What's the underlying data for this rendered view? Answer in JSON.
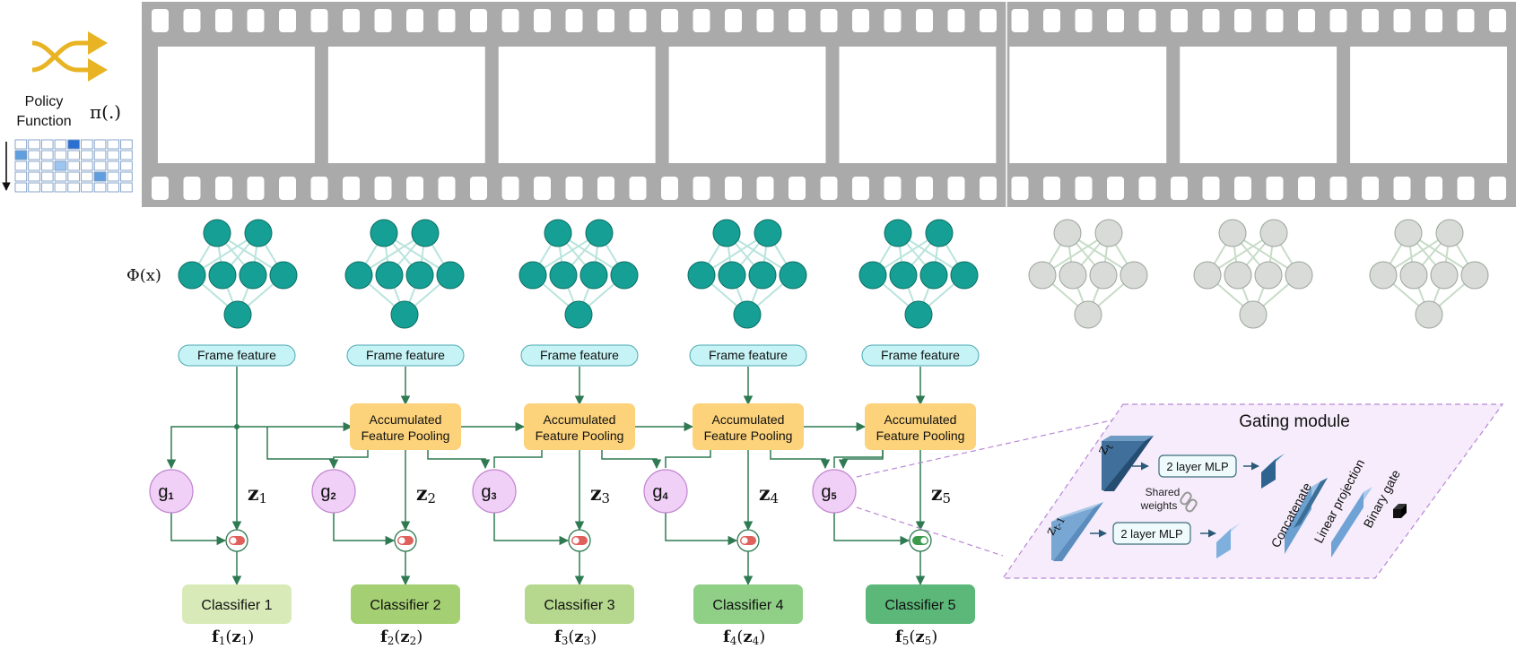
{
  "policy": {
    "label_line1": "Policy",
    "label_line2": "Function",
    "pi_label": "π(.)",
    "arrow_color": "#e8b423",
    "grid_highlights": [
      [
        0,
        4
      ],
      [
        1,
        0
      ],
      [
        1,
        9
      ],
      [
        2,
        3
      ],
      [
        3,
        6
      ]
    ]
  },
  "filmstrip": {
    "frames": 8,
    "film_color": "#aaaaaa"
  },
  "network": {
    "phi_label": "Φ(x)",
    "active_count": 5,
    "total_count": 8,
    "active_color": "#16a095",
    "inactive_color": "#d9dbd9"
  },
  "columns": [
    {
      "feature": "Frame feature",
      "pool_line1": "",
      "pool_line2": "",
      "gate_letter": "g",
      "gate_index": "1",
      "z_letter": "z",
      "z_index": "1",
      "switch": "off",
      "classifier": "Classifier 1",
      "f_letter": "f",
      "f_index": "1",
      "f_arg_letter": "z",
      "f_arg_index": "1",
      "classifier_color": "#d8eab8"
    },
    {
      "feature": "Frame feature",
      "pool_line1": "Accumulated",
      "pool_line2": "Feature Pooling",
      "gate_letter": "g",
      "gate_index": "2",
      "z_letter": "z",
      "z_index": "2",
      "switch": "off",
      "classifier": "Classifier 2",
      "f_letter": "f",
      "f_index": "2",
      "f_arg_letter": "z",
      "f_arg_index": "2",
      "classifier_color": "#a5cf73"
    },
    {
      "feature": "Frame feature",
      "pool_line1": "Accumulated",
      "pool_line2": "Feature Pooling",
      "gate_letter": "g",
      "gate_index": "3",
      "z_letter": "z",
      "z_index": "3",
      "switch": "off",
      "classifier": "Classifier 3",
      "f_letter": "f",
      "f_index": "3",
      "f_arg_letter": "z",
      "f_arg_index": "3",
      "classifier_color": "#b6d88e"
    },
    {
      "feature": "Frame feature",
      "pool_line1": "Accumulated",
      "pool_line2": "Feature Pooling",
      "gate_letter": "g",
      "gate_index": "4",
      "z_letter": "z",
      "z_index": "4",
      "switch": "off",
      "classifier": "Classifier 4",
      "f_letter": "f",
      "f_index": "4",
      "f_arg_letter": "z",
      "f_arg_index": "4",
      "classifier_color": "#8fcf86"
    },
    {
      "feature": "Frame feature",
      "pool_line1": "Accumulated",
      "pool_line2": "Feature Pooling",
      "gate_letter": "g",
      "gate_index": "5",
      "z_letter": "z",
      "z_index": "5",
      "switch": "on",
      "classifier": "Classifier 5",
      "f_letter": "f",
      "f_index": "5",
      "f_arg_letter": "z",
      "f_arg_index": "5",
      "classifier_color": "#5bb878"
    }
  ],
  "gating": {
    "title": "Gating module",
    "zt_letter": "z",
    "zt_sub": "t",
    "zt1_letter": "z",
    "zt1_sub": "t-1",
    "mlp_label": "2 layer MLP",
    "shared_line1": "Shared",
    "shared_line2": "weights",
    "concat_label": "Concatenate",
    "linear_label": "Linear projection",
    "binary_label": "Binary gate",
    "panel_color": "#f6ecfb",
    "border_color": "#b987d6"
  },
  "colors": {
    "line": "#2f7a52",
    "feature_fill": "#c6f3f5",
    "feature_stroke": "#4aa9b3",
    "pool_fill": "#fcd27a",
    "gate_fill": "#f0d0f6",
    "gate_stroke": "#c184d0",
    "switch_off": "#e0605c",
    "switch_on": "#3a9a4a"
  }
}
